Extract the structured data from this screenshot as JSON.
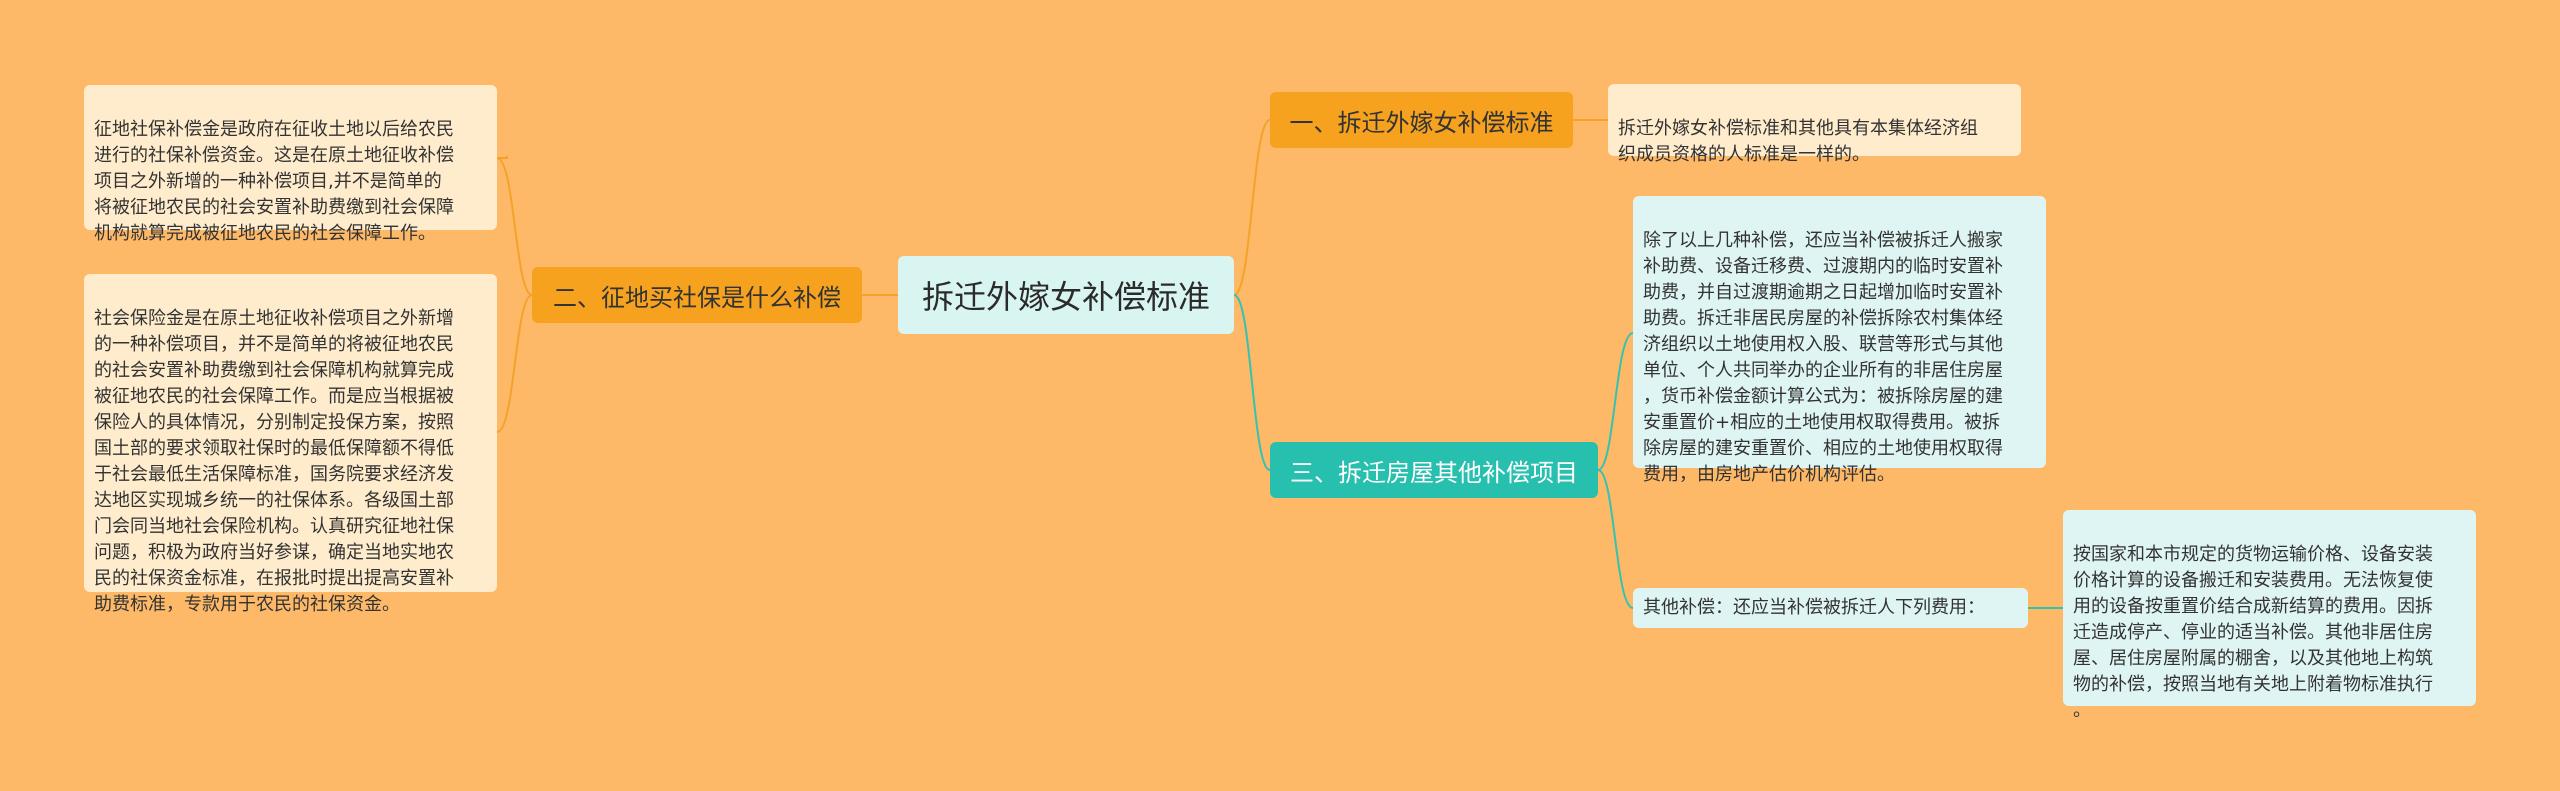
{
  "root": {
    "title": "拆迁外嫁女补偿标准"
  },
  "left_branch": {
    "label": "二、征地买社保是什么补偿",
    "leaves": [
      "征地社保补偿金是政府在征收土地以后给农民\n进行的社保补偿资金。这是在原土地征收补偿\n项目之外新增的一种补偿项目,并不是简单的\n将被征地农民的社会安置补助费缴到社会保障\n机构就算完成被征地农民的社会保障工作。",
      "社会保险金是在原土地征收补偿项目之外新增\n的一种补偿项目，并不是简单的将被征地农民\n的社会安置补助费缴到社会保障机构就算完成\n被征地农民的社会保障工作。而是应当根据被\n保险人的具体情况，分别制定投保方案，按照\n国土部的要求领取社保时的最低保障额不得低\n于社会最低生活保障标准，国务院要求经济发\n达地区实现城乡统一的社保体系。各级国土部\n门会同当地社会保险机构。认真研究征地社保\n问题，积极为政府当好参谋，确定当地实地农\n民的社保资金标准，在报批时提出提高安置补\n助费标准，专款用于农民的社保资金。"
    ]
  },
  "right_branch_1": {
    "label": "一、拆迁外嫁女补偿标准",
    "leaf": "拆迁外嫁女补偿标准和其他具有本集体经济组\n织成员资格的人标准是一样的。"
  },
  "right_branch_3": {
    "label": "三、拆迁房屋其他补偿项目",
    "leaf_top": "除了以上几种补偿，还应当补偿被拆迁人搬家\n补助费、设备迁移费、过渡期内的临时安置补\n助费，并自过渡期逾期之日起增加临时安置补\n助费。拆迁非居民房屋的补偿拆除农村集体经\n济组织以土地使用权入股、联营等形式与其他\n单位、个人共同举办的企业所有的非居住房屋\n，货币补偿金额计算公式为：被拆除房屋的建\n安重置价+相应的土地使用权取得费用。被拆\n除房屋的建安重置价、相应的土地使用权取得\n费用，由房地产估价机构评估。",
    "leaf_other_label": "其他补偿：还应当补偿被拆迁人下列费用：",
    "leaf_other_detail": "按国家和本市规定的货物运输价格、设备安装\n价格计算的设备搬迁和安装费用。无法恢复使\n用的设备按重置价结合成新结算的费用。因拆\n迁造成停产、停业的适当补偿。其他非居住房\n屋、居住房屋附属的棚舍，以及其他地上构筑\n物的补偿，按照当地有关地上附着物标准执行\n。"
  },
  "colors": {
    "background": "#fdb968",
    "orange_branch": "#f6a21e",
    "teal_branch": "#27bfae",
    "orange_link": "#f5a22a",
    "teal_link": "#34c3b0"
  }
}
